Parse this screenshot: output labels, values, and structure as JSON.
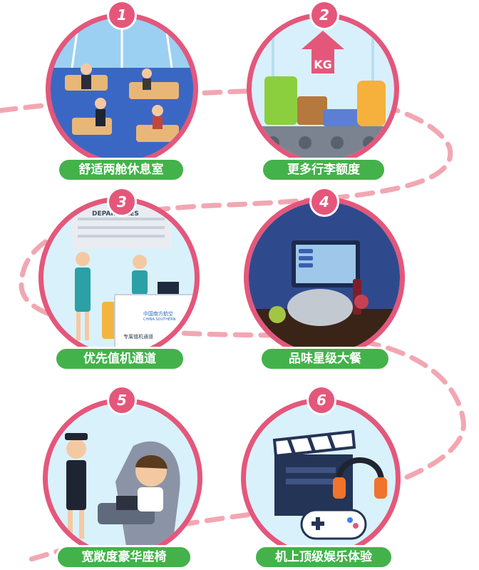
{
  "colors": {
    "accent": "#e4577b",
    "label_green": "#43b24a",
    "dash": "#f2a7b2"
  },
  "benefits": [
    {
      "number": "1",
      "label": "舒适两舱休息室",
      "icon": "lounge-illustration"
    },
    {
      "number": "2",
      "label": "更多行李额度",
      "icon": "luggage-illustration",
      "sign": "KG"
    },
    {
      "number": "3",
      "label": "优先值机通道",
      "icon": "checkin-illustration",
      "board": "DEPARTURES",
      "desk_brand": "中国南方航空",
      "desk_brand_en": "CHINA SOUTHERN",
      "desk_text": "专属值机通道"
    },
    {
      "number": "4",
      "label": "品味星级大餐",
      "icon": "meal-illustration"
    },
    {
      "number": "5",
      "label": "宽敞度豪华座椅",
      "icon": "seat-illustration"
    },
    {
      "number": "6",
      "label": "机上顶级娱乐体验",
      "icon": "entertainment-illustration"
    }
  ]
}
